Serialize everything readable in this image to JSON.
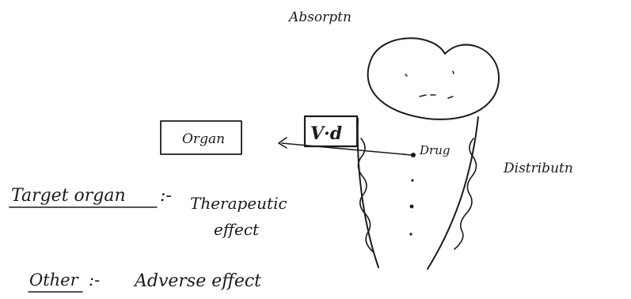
{
  "diagram": {
    "absorption_label": "Absorptn",
    "vd_label": "V·d",
    "drug_label": "Drug",
    "distribution_label": "Distributn",
    "organ_label": "Organ",
    "target_organ_label": "Target organ",
    "target_organ_sep": ":-",
    "therapeutic_line1": "Therapeutic",
    "therapeutic_line2": "effect",
    "other_label": "Other",
    "other_sep": ":-",
    "adverse_label": "Adverse effect",
    "ink_color": "#1b1b1b"
  }
}
